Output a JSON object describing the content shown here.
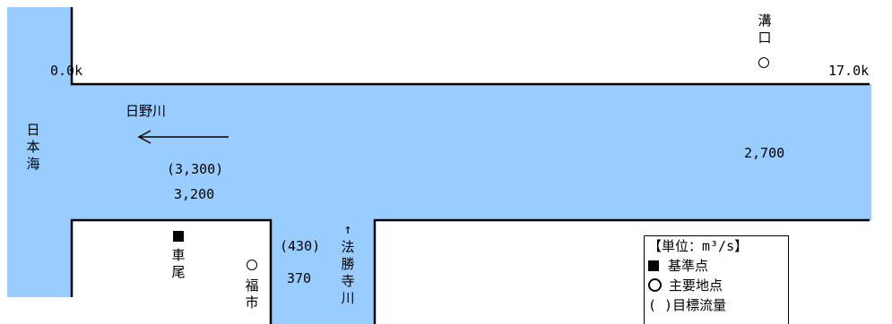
{
  "colors": {
    "river": "#99ccff",
    "bank": "#000000"
  },
  "sea": {
    "name": "日本海"
  },
  "main_river": {
    "name": "日野川",
    "start_km": "0.0k",
    "end_km": "17.0k",
    "downstream_target": "(3,300)",
    "downstream_plan": "3,200",
    "upstream_plan": "2,700"
  },
  "tributary": {
    "name": "法勝寺川",
    "arrow": "↑",
    "target": "(430)",
    "plan": "370"
  },
  "points": {
    "kuruma_o": {
      "symbol": "■",
      "name": "車尾"
    },
    "fukuichi": {
      "symbol": "○",
      "name": "福市"
    },
    "mizoguchi": {
      "name": "溝口",
      "symbol": "○"
    }
  },
  "legend": {
    "title": "【単位：m³/s】",
    "base_point_label": "基準点",
    "main_point_label": "主要地点",
    "target_flow_label": "( )目標流量"
  }
}
